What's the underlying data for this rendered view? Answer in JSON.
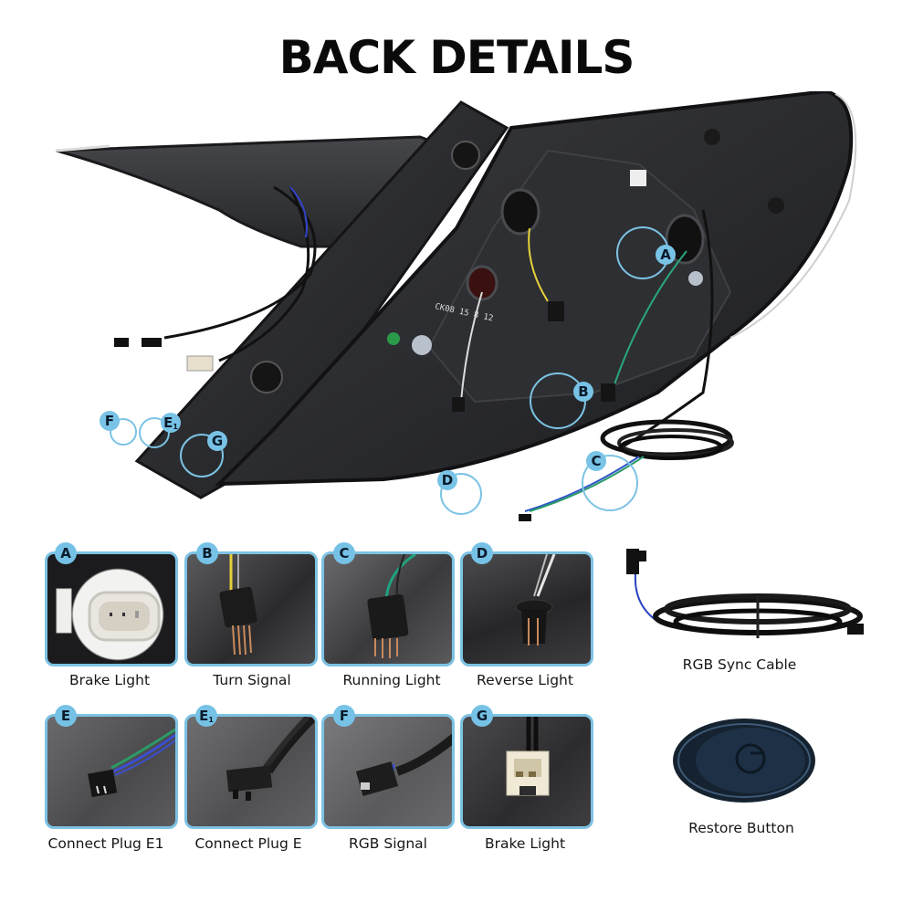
{
  "title": "BACK DETAILS",
  "diagram": {
    "callouts": [
      {
        "id": "A",
        "label": "A"
      },
      {
        "id": "B",
        "label": "B"
      },
      {
        "id": "C",
        "label": "C"
      },
      {
        "id": "D",
        "label": "D"
      },
      {
        "id": "E",
        "label": "E"
      },
      {
        "id": "E1",
        "label": "E",
        "sub": "1"
      },
      {
        "id": "F",
        "label": "F"
      },
      {
        "id": "G",
        "label": "G"
      }
    ],
    "housing_marking_1": "CK08 15",
    "housing_marking_2": "8 12"
  },
  "cards": [
    {
      "badge": "A",
      "sub": "",
      "label": "Brake Light"
    },
    {
      "badge": "B",
      "sub": "",
      "label": "Turn Signal"
    },
    {
      "badge": "C",
      "sub": "",
      "label": "Running Light"
    },
    {
      "badge": "D",
      "sub": "",
      "label": "Reverse Light"
    },
    {
      "badge": "E",
      "sub": "",
      "label": "Connect Plug E1"
    },
    {
      "badge": "E",
      "sub": "1",
      "label": "Connect Plug E"
    },
    {
      "badge": "F",
      "sub": "",
      "label": "RGB Signal"
    },
    {
      "badge": "G",
      "sub": "",
      "label": "Brake Light"
    }
  ],
  "accessories": [
    {
      "label": "RGB Sync Cable"
    },
    {
      "label": "Restore Button"
    }
  ],
  "colors": {
    "accent": "#78c3e6",
    "card_border": "#7dc2e3",
    "housing": "#2a2b2e"
  }
}
